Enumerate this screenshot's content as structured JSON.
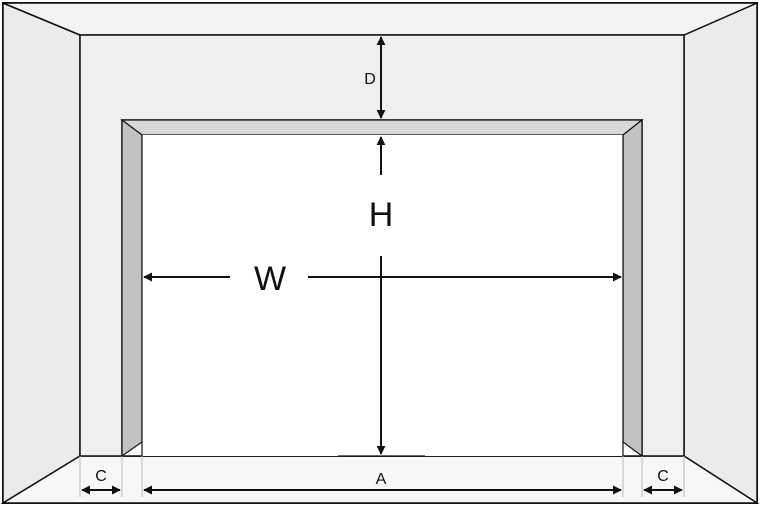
{
  "labels": {
    "depth": "D",
    "height": "H",
    "width": "W",
    "opening": "A",
    "side_left": "C",
    "side_right": "C"
  },
  "colors": {
    "wall": "#efefef",
    "frame": "#c9c9c9",
    "opening": "#ffffff",
    "line": "#111111"
  }
}
